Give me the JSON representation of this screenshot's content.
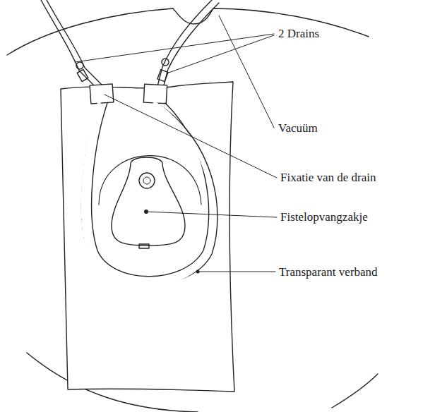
{
  "diagram": {
    "labels": [
      "2 Drains",
      "Vacuüm",
      "Fixatie van de drain",
      "Fistelopvangzakje",
      "Transparant verband"
    ]
  }
}
